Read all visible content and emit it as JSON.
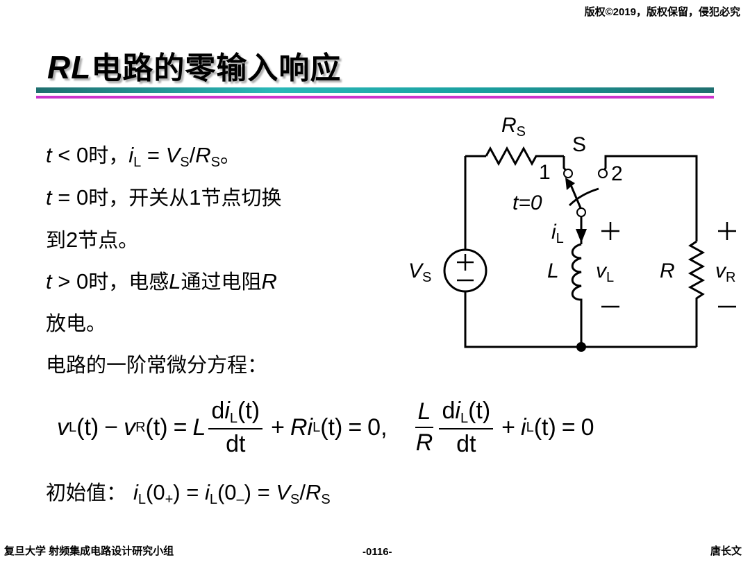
{
  "header": {
    "copyright": "版权©2019，版权保留，侵犯必究"
  },
  "title": {
    "italic": "RL",
    "rest": "电路的零输入响应"
  },
  "lines": {
    "l1_a": "t",
    "l1_b": " < 0",
    "l1_c": "时，",
    "l1_d": "i",
    "l1_e": "L",
    "l1_f": " = ",
    "l1_g": "V",
    "l1_h": "S",
    "l1_i": "/",
    "l1_j": "R",
    "l1_k": "S",
    "l1_l": "。",
    "l2_a": "t",
    "l2_b": " = 0",
    "l2_c": "时，开关从",
    "l2_d": "1",
    "l2_e": "节点切换",
    "l3_a": "到",
    "l3_b": "2",
    "l3_c": "节点。",
    "l4_a": "t",
    "l4_b": " > 0",
    "l4_c": "时，电感",
    "l4_d": "L",
    "l4_e": "通过电阻",
    "l4_f": "R",
    "l5": "放电。",
    "l6": "电路的一阶常微分方程：",
    "init_label": "初始值：",
    "init_a": "i",
    "init_b": "L",
    "init_c": "(0",
    "init_d": "+",
    "init_e": ") = ",
    "init_f": "i",
    "init_g": "L",
    "init_h": "(0",
    "init_i": "–",
    "init_j": ") = ",
    "init_k": "V",
    "init_l": "S",
    "init_m": "/",
    "init_n": "R",
    "init_o": "S"
  },
  "equation": {
    "v": "v",
    "L_sub": "L",
    "R_sub": "R",
    "t_arg": "(t)",
    "minus": "−",
    "equals": "=",
    "plus": "+",
    "L": "L",
    "R": "R",
    "d": "d",
    "i": "i",
    "dt": "dt",
    "zero_comma": "0,",
    "zero": "0"
  },
  "circuit": {
    "Rs": "R",
    "Rs_sub": "S",
    "S": "S",
    "node1": "1",
    "node2": "2",
    "t0": "t=0",
    "iL": "i",
    "iL_sub": "L",
    "L": "L",
    "vL": "v",
    "vL_sub": "L",
    "Vs": "V",
    "Vs_sub": "S",
    "R": "R",
    "vR": "v",
    "vR_sub": "R",
    "plus": "+",
    "minus": "−"
  },
  "footer": {
    "left": "复旦大学   射频集成电路设计研究小组",
    "center": "-0116-",
    "right": "唐长文"
  }
}
